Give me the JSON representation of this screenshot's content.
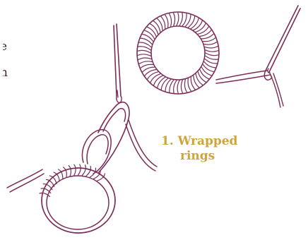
{
  "colors": {
    "thread": "#7b2d57",
    "caption": "#cfa43a",
    "text": "#3a2530",
    "background": "#ffffff"
  },
  "edge_text": {
    "line1": "e",
    "line2": "n"
  },
  "caption": {
    "line1": "1. Wrapped",
    "line2": "rings"
  },
  "icons": [
    "needle-icon",
    "ring-icon",
    "thread-icon"
  ]
}
